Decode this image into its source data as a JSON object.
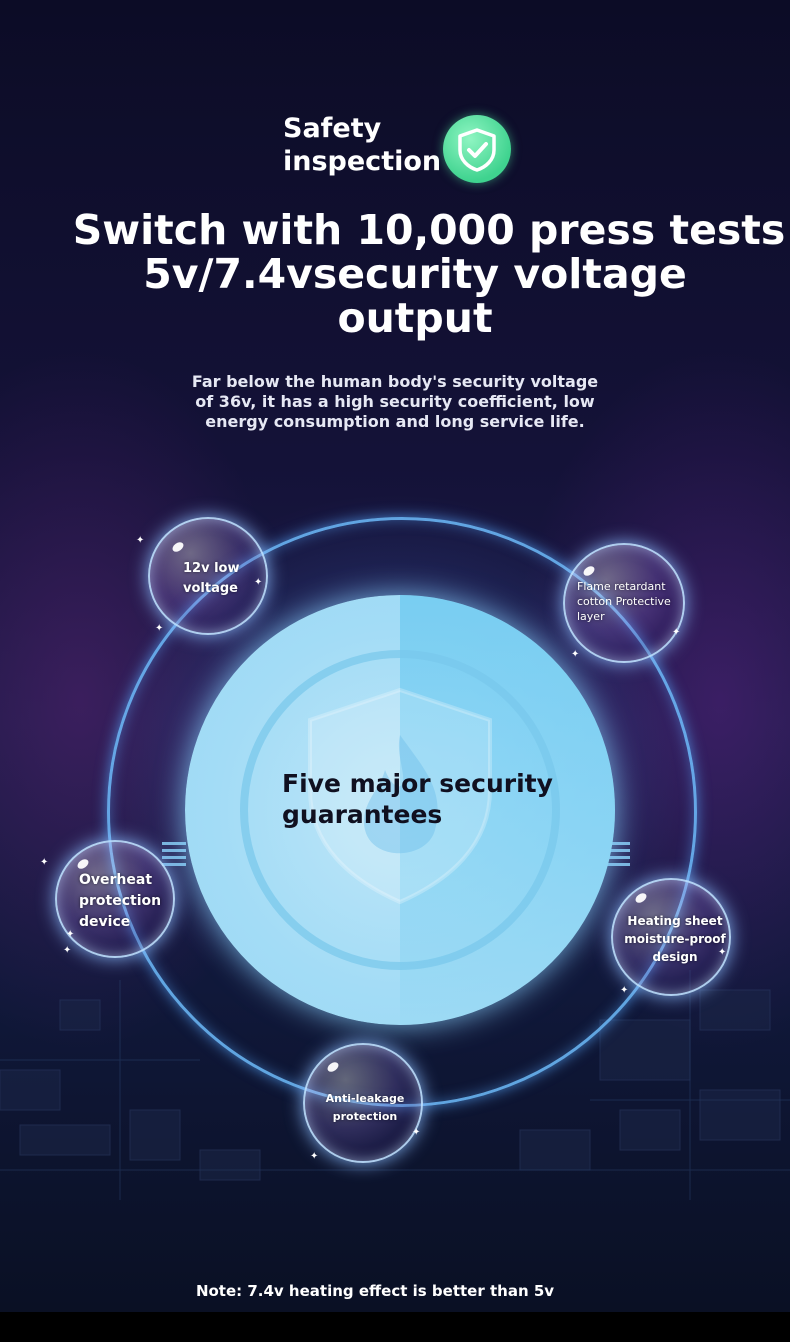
{
  "badge": {
    "label_line1": "Safety",
    "label_line2": "inspection",
    "icon": "shield-check-icon",
    "icon_color": "#4ad99a"
  },
  "headline": {
    "line1": "Switch with 10,000 press tests",
    "line2": "5v/7.4vsecurity voltage",
    "line3": "output"
  },
  "subtext": "Far below the human body's security voltage of 36v, it has a high security coefficient, low energy consumption and long service life.",
  "center": {
    "title_line1": "Five major security",
    "title_line2": "guarantees",
    "icon": "shield-flame-icon"
  },
  "features": [
    {
      "lines": [
        "12v low",
        "voltage"
      ]
    },
    {
      "lines": [
        "Flame retardant",
        "cotton Protective",
        "layer"
      ]
    },
    {
      "lines": [
        "Overheat",
        "protection",
        "device"
      ]
    },
    {
      "lines": [
        "Heating sheet",
        "moisture-proof",
        "design"
      ]
    },
    {
      "lines": [
        "Anti-leakage",
        "protection"
      ]
    }
  ],
  "note": "Note: 7.4v heating effect is better than 5v",
  "colors": {
    "background": "#121236",
    "orbit": "#6ebeff",
    "disc": "#a3dcf6",
    "text": "#ffffff"
  }
}
